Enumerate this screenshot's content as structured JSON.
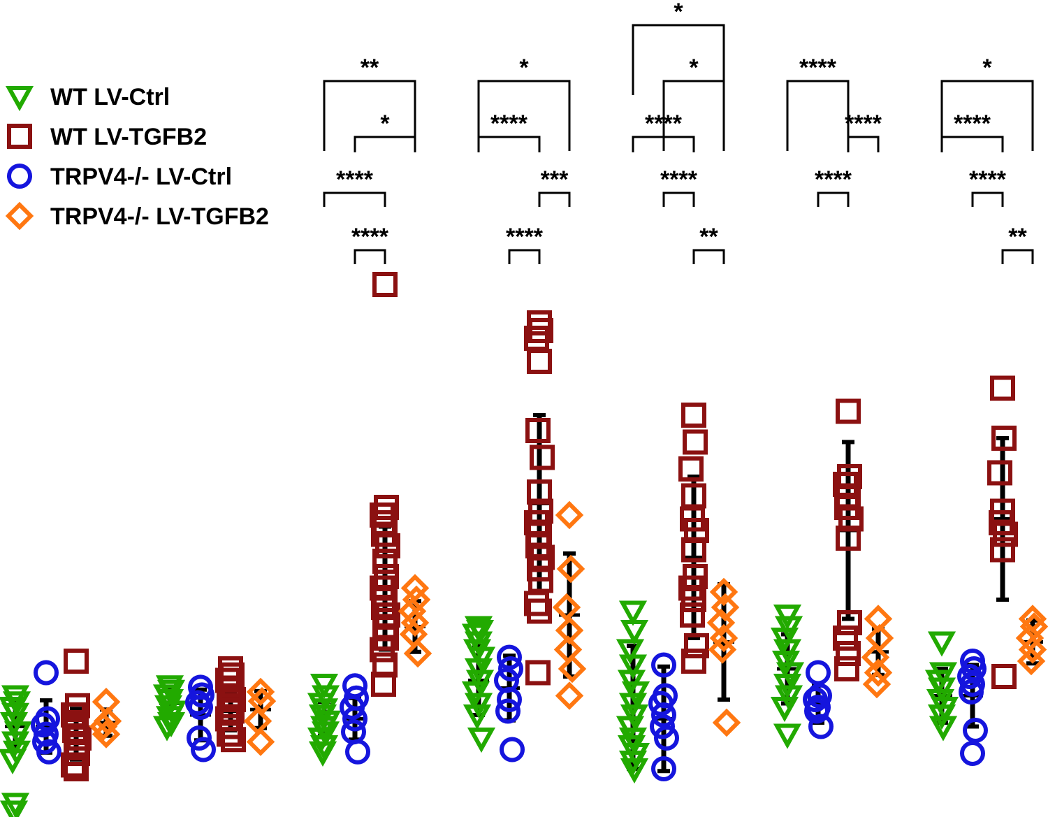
{
  "chart_data": {
    "type": "scatter",
    "title": "",
    "xlabel": "",
    "ylabel": "",
    "legend_position": "top-left",
    "groups_per_panel": [
      "WT LV-Ctrl",
      "WT LV-TGFB2",
      "TRPV4-/- LV-Ctrl",
      "TRPV4-/- LV-TGFB2"
    ],
    "series": [
      {
        "name": "WT LV-Ctrl",
        "marker": "triangle-down",
        "color": "#22aa00"
      },
      {
        "name": "WT LV-TGFB2",
        "marker": "square",
        "color": "#8b1111"
      },
      {
        "name": "TRPV4-/- LV-Ctrl",
        "marker": "circle",
        "color": "#1515dd"
      },
      {
        "name": "TRPV4-/- LV-TGFB2",
        "marker": "diamond",
        "color": "#ff7711"
      }
    ],
    "y_units": "relative",
    "panels": [
      {
        "id": 1,
        "groups": {
          "WT LV-Ctrl": {
            "points": [
              0.95,
              0.87,
              0.8,
              0.72,
              0.6,
              0.48,
              0.35,
              0.23,
              0.12,
              -0.45,
              -0.55
            ],
            "mean": 0.55,
            "sd": 0.32
          },
          "TRPV4-/- LV-Ctrl": {
            "points": [
              1.25,
              0.65,
              0.57,
              0.45,
              0.35,
              0.22
            ],
            "mean": 0.55,
            "sd": 0.34
          },
          "WT LV-TGFB2": {
            "points": [
              1.4,
              0.82,
              0.7,
              0.6,
              0.5,
              0.4,
              0.3,
              0.2,
              0.05,
              0.0
            ],
            "mean": 0.45,
            "sd": 0.33
          },
          "TRPV4-/- LV-TGFB2": {
            "points": [
              0.87,
              0.62,
              0.55,
              0.45
            ],
            "mean": 0.6,
            "sd": 0.17
          }
        },
        "comparisons": []
      },
      {
        "id": 2,
        "groups": {
          "WT LV-Ctrl": {
            "points": [
              1.08,
              1.02,
              0.96,
              0.9,
              0.82,
              0.75,
              0.68,
              0.6,
              0.55
            ],
            "mean": 0.85,
            "sd": 0.18
          },
          "TRPV4-/- LV-Ctrl": {
            "points": [
              1.06,
              0.96,
              0.86,
              0.8,
              0.4,
              0.25
            ],
            "mean": 0.7,
            "sd": 0.33
          },
          "WT LV-TGFB2": {
            "points": [
              1.3,
              1.22,
              1.15,
              1.05,
              0.95,
              0.9,
              0.82,
              0.75,
              0.65,
              0.55,
              0.45,
              0.38
            ],
            "mean": 0.75,
            "sd": 0.25
          },
          "TRPV4-/- LV-TGFB2": {
            "points": [
              1.0,
              0.88,
              0.62,
              0.35
            ],
            "mean": 0.77,
            "sd": 0.24
          }
        },
        "comparisons": []
      },
      {
        "id": 3,
        "groups": {
          "WT LV-Ctrl": {
            "points": [
              1.1,
              0.95,
              0.85,
              0.78,
              0.7,
              0.62,
              0.55,
              0.48,
              0.4,
              0.3,
              0.22
            ],
            "mean": 0.65,
            "sd": 0.22
          },
          "TRPV4-/- LV-Ctrl": {
            "points": [
              1.08,
              0.92,
              0.8,
              0.65,
              0.48,
              0.22
            ],
            "mean": 0.65,
            "sd": 0.27
          },
          "WT LV-TGFB2": {
            "points": [
              6.3,
              3.4,
              3.3,
              3.2,
              3.05,
              2.9,
              2.7,
              2.5,
              2.35,
              2.2,
              2.1,
              2.0,
              1.85,
              1.7,
              1.55,
              1.35,
              1.1
            ],
            "mean": 2.35,
            "sd": 0.8
          },
          "TRPV4-/- LV-TGFB2": {
            "points": [
              2.35,
              2.2,
              2.05,
              1.9,
              1.75,
              1.5
            ],
            "mean": 1.85,
            "sd": 0.33
          }
        },
        "comparisons": [
          {
            "groups": [
              "WT LV-Ctrl",
              "TRPV4-/- LV-TGFB2"
            ],
            "label": "**"
          },
          {
            "groups": [
              "TRPV4-/- LV-Ctrl",
              "TRPV4-/- LV-TGFB2"
            ],
            "label": "*"
          },
          {
            "groups": [
              "WT LV-Ctrl",
              "WT LV-TGFB2"
            ],
            "label": "****"
          },
          {
            "groups": [
              "TRPV4-/- LV-Ctrl",
              "WT LV-TGFB2"
            ],
            "label": "****"
          }
        ]
      },
      {
        "id": 4,
        "groups": {
          "WT LV-Ctrl": {
            "points": [
              1.85,
              1.8,
              1.75,
              1.65,
              1.55,
              1.45,
              1.3,
              1.15,
              1.0,
              0.85,
              0.7,
              0.4
            ],
            "mean": 1.15,
            "sd": 0.45
          },
          "TRPV4-/- LV-Ctrl": {
            "points": [
              1.45,
              1.3,
              1.15,
              0.9,
              0.75,
              0.25
            ],
            "mean": 1.05,
            "sd": 0.42
          },
          "WT LV-TGFB2": {
            "points": [
              5.8,
              5.7,
              5.6,
              5.3,
              4.4,
              4.05,
              3.6,
              3.35,
              3.2,
              3.05,
              2.9,
              2.75,
              2.6,
              2.45,
              2.15,
              2.05,
              1.25
            ],
            "mean": 3.45,
            "sd": 1.15
          },
          "TRPV4-/- LV-TGFB2": {
            "points": [
              3.3,
              2.6,
              2.1,
              1.8,
              1.55,
              1.3,
              0.95
            ],
            "mean": 2.0,
            "sd": 0.8
          }
        },
        "comparisons": [
          {
            "groups": [
              "WT LV-Ctrl",
              "TRPV4-/- LV-TGFB2"
            ],
            "label": "*"
          },
          {
            "groups": [
              "WT LV-Ctrl",
              "WT LV-TGFB2"
            ],
            "label": "****"
          },
          {
            "groups": [
              "WT LV-TGFB2",
              "TRPV4-/- LV-TGFB2"
            ],
            "label": "***"
          },
          {
            "groups": [
              "TRPV4-/- LV-Ctrl",
              "WT LV-TGFB2"
            ],
            "label": "****"
          }
        ]
      },
      {
        "id": 5,
        "groups": {
          "WT LV-Ctrl": {
            "points": [
              2.05,
              1.8,
              1.55,
              1.35,
              1.15,
              1.0,
              0.85,
              0.7,
              0.55,
              0.4,
              0.3,
              0.2,
              0.1,
              0.0
            ],
            "mean": 0.8,
            "sd": 0.8
          },
          "TRPV4-/- LV-Ctrl": {
            "points": [
              1.35,
              0.95,
              0.85,
              0.7,
              0.55,
              0.4,
              0.0
            ],
            "mean": 0.65,
            "sd": 0.68
          },
          "WT LV-TGFB2": {
            "points": [
              4.6,
              4.25,
              3.9,
              3.55,
              3.25,
              3.1,
              2.85,
              2.5,
              2.35,
              2.2,
              2.0,
              1.6,
              1.4
            ],
            "mean": 2.75,
            "sd": 1.05
          },
          "TRPV4-/- LV-TGFB2": {
            "points": [
              2.3,
              2.1,
              1.9,
              1.7,
              1.55,
              0.6
            ],
            "mean": 1.65,
            "sd": 0.75
          }
        },
        "comparisons": [
          {
            "groups": [
              "WT LV-Ctrl",
              "TRPV4-/- LV-TGFB2"
            ],
            "label": "*"
          },
          {
            "groups": [
              "TRPV4-/- LV-Ctrl",
              "TRPV4-/- LV-TGFB2"
            ],
            "label": "*"
          },
          {
            "groups": [
              "WT LV-Ctrl",
              "WT LV-TGFB2"
            ],
            "label": "****"
          },
          {
            "groups": [
              "TRPV4-/- LV-Ctrl",
              "WT LV-TGFB2"
            ],
            "label": "****"
          },
          {
            "groups": [
              "WT LV-TGFB2",
              "TRPV4-/- LV-TGFB2"
            ],
            "label": "**"
          }
        ]
      },
      {
        "id": 6,
        "groups": {
          "WT LV-Ctrl": {
            "points": [
              2.0,
              1.85,
              1.7,
              1.55,
              1.4,
              1.25,
              1.1,
              0.95,
              0.8,
              0.45
            ],
            "mean": 1.3,
            "sd": 0.45
          },
          "TRPV4-/- LV-Ctrl": {
            "points": [
              1.25,
              0.95,
              0.9,
              0.8,
              0.75,
              0.55
            ],
            "mean": 0.85,
            "sd": 0.25
          },
          "WT LV-TGFB2": {
            "points": [
              4.65,
              3.8,
              3.7,
              3.55,
              3.4,
              3.25,
              3.0,
              1.9,
              1.7,
              1.5,
              1.3
            ],
            "mean": 3.1,
            "sd": 1.15
          },
          "TRPV4-/- LV-TGFB2": {
            "points": [
              1.95,
              1.7,
              1.45,
              1.25,
              1.1
            ],
            "mean": 1.52,
            "sd": 0.3
          }
        },
        "comparisons": [
          {
            "groups": [
              "WT LV-Ctrl",
              "WT LV-TGFB2"
            ],
            "label": "****"
          },
          {
            "groups": [
              "WT LV-TGFB2",
              "TRPV4-/- LV-TGFB2"
            ],
            "label": "****"
          },
          {
            "groups": [
              "TRPV4-/- LV-Ctrl",
              "WT LV-TGFB2"
            ],
            "label": "****"
          }
        ]
      },
      {
        "id": 7,
        "groups": {
          "WT LV-Ctrl": {
            "points": [
              1.65,
              1.25,
              1.15,
              1.05,
              0.9,
              0.8,
              0.7,
              0.55
            ],
            "mean": 0.95,
            "sd": 0.35
          },
          "TRPV4-/- LV-Ctrl": {
            "points": [
              1.4,
              1.3,
              1.2,
              1.1,
              1.0,
              0.5,
              0.2
            ],
            "mean": 0.95,
            "sd": 0.4
          },
          "WT LV-TGFB2": {
            "points": [
              4.95,
              4.3,
              3.85,
              3.35,
              3.2,
              3.05,
              2.85,
              1.2
            ],
            "mean": 3.25,
            "sd": 1.05
          },
          "TRPV4-/- LV-TGFB2": {
            "points": [
              1.95,
              1.85,
              1.7,
              1.55,
              1.4
            ],
            "mean": 1.65,
            "sd": 0.28
          }
        },
        "comparisons": [
          {
            "groups": [
              "WT LV-Ctrl",
              "TRPV4-/- LV-TGFB2"
            ],
            "label": "*"
          },
          {
            "groups": [
              "WT LV-Ctrl",
              "WT LV-TGFB2"
            ],
            "label": "****"
          },
          {
            "groups": [
              "TRPV4-/- LV-Ctrl",
              "WT LV-TGFB2"
            ],
            "label": "****"
          },
          {
            "groups": [
              "WT LV-TGFB2",
              "TRPV4-/- LV-TGFB2"
            ],
            "label": "**"
          }
        ]
      }
    ]
  }
}
